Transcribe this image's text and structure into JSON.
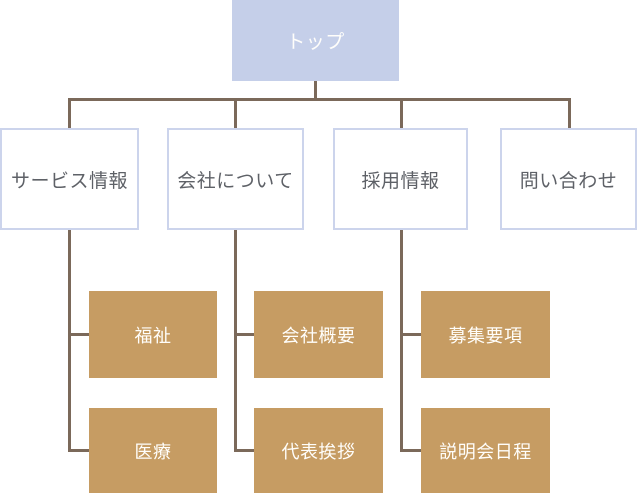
{
  "colors": {
    "top_fill": "#c5cfe9",
    "l2_border": "#ccd4ec",
    "l2_text": "#5e6167",
    "child_fill": "#c69c63",
    "light_text": "#fffefb",
    "line": "#7b695a"
  },
  "sitemap": {
    "root": {
      "label": "トップ"
    },
    "level2": [
      {
        "label": "サービス情報"
      },
      {
        "label": "会社について"
      },
      {
        "label": "採用情報"
      },
      {
        "label": "問い合わせ"
      }
    ],
    "level3": [
      {
        "parent": "サービス情報",
        "items": [
          "福祉",
          "医療"
        ]
      },
      {
        "parent": "会社について",
        "items": [
          "会社概要",
          "代表挨拶"
        ]
      },
      {
        "parent": "採用情報",
        "items": [
          "募集要項",
          "説明会日程"
        ]
      }
    ]
  }
}
